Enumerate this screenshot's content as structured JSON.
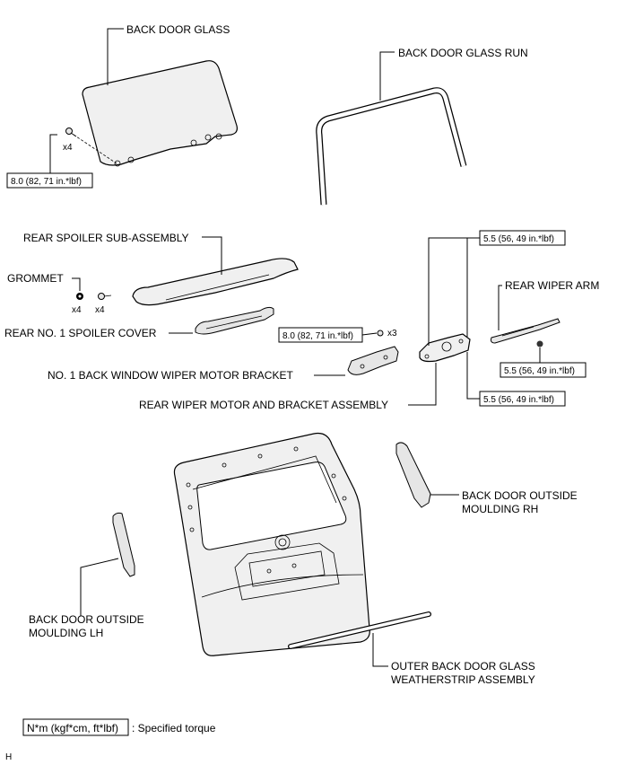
{
  "labels": {
    "back_door_glass": "BACK DOOR GLASS",
    "back_door_glass_run": "BACK DOOR GLASS RUN",
    "rear_spoiler": "REAR SPOILER SUB-ASSEMBLY",
    "grommet": "GROMMET",
    "rear_no1_spoiler_cover": "REAR NO. 1 SPOILER COVER",
    "no1_back_window_wiper_motor_bracket": "NO. 1 BACK WINDOW WIPER MOTOR BRACKET",
    "rear_wiper_motor_bracket_assembly": "REAR WIPER MOTOR AND BRACKET ASSEMBLY",
    "rear_wiper_arm": "REAR WIPER ARM",
    "back_door_outside_moulding_rh_1": "BACK DOOR OUTSIDE",
    "back_door_outside_moulding_rh_2": "MOULDING RH",
    "back_door_outside_moulding_lh_1": "BACK DOOR OUTSIDE",
    "back_door_outside_moulding_lh_2": "MOULDING LH",
    "outer_weatherstrip_1": "OUTER BACK DOOR GLASS",
    "outer_weatherstrip_2": "WEATHERSTRIP ASSEMBLY"
  },
  "torques": {
    "glass_bolt": "8.0 (82, 71 in.*lbf)",
    "wiper_motor_top": "5.5 (56, 49 in.*lbf)",
    "bracket_bolt": "8.0 (82, 71 in.*lbf)",
    "wiper_arm_nut": "5.5 (56, 49 in.*lbf)",
    "wiper_motor_bottom": "5.5 (56, 49 in.*lbf)"
  },
  "quantities": {
    "glass_bolts": "x4",
    "grommets": "x4",
    "spoiler_bolts": "x4",
    "bracket_bolts": "x3"
  },
  "legend": {
    "unit": "N*m (kgf*cm, ft*lbf)",
    "description": ": Specified torque"
  },
  "footer_code": "H"
}
